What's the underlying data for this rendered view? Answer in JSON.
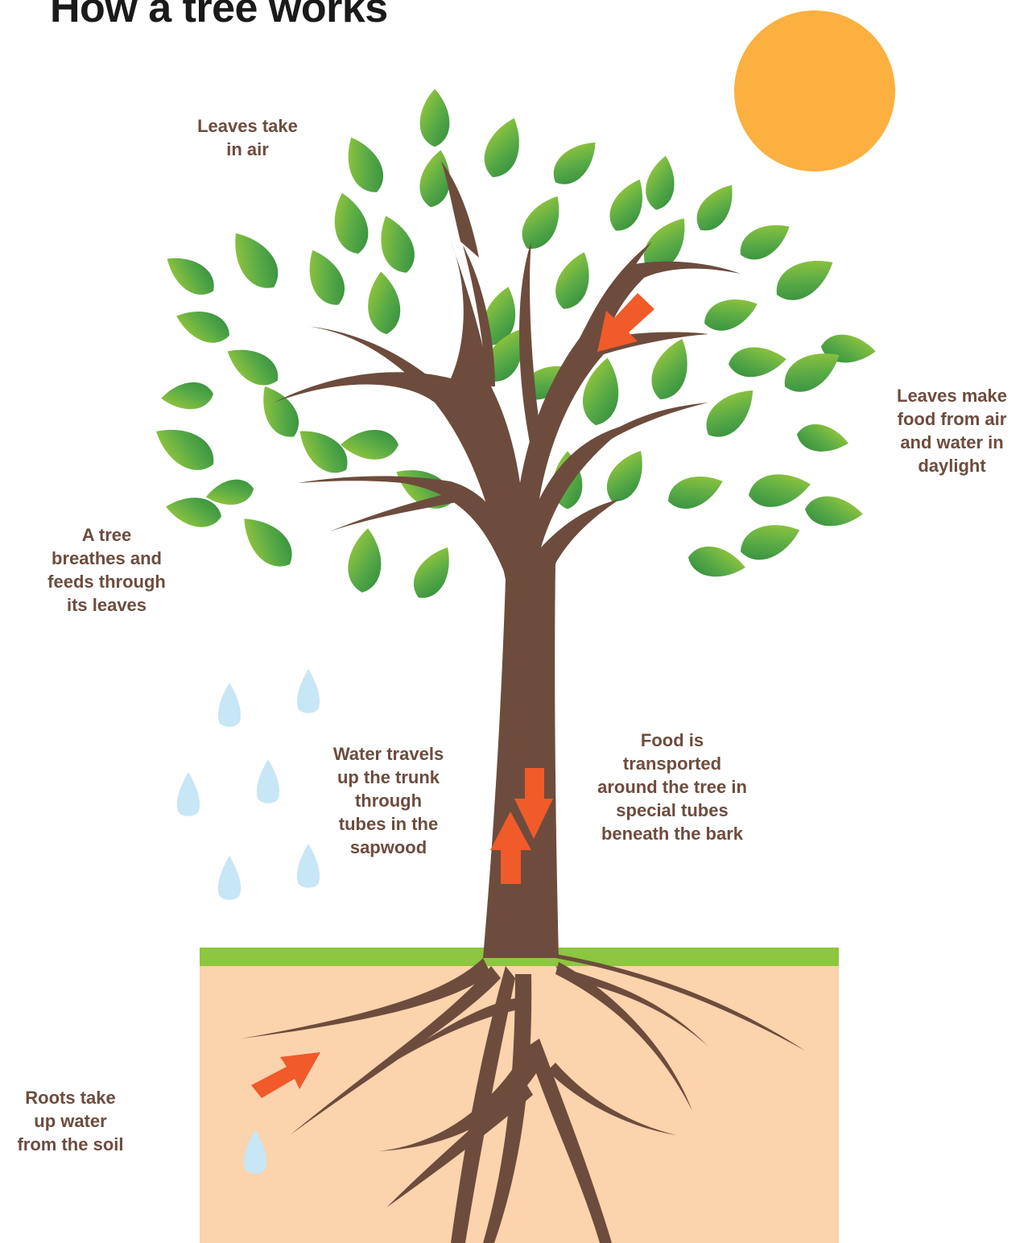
{
  "title": "How a tree works",
  "labels": {
    "leaves_take_air": [
      "Leaves take",
      "in air"
    ],
    "leaves_make_food": [
      "Leaves make",
      "food from air",
      "and water in",
      "daylight"
    ],
    "breathes": [
      "A tree",
      "breathes and",
      "feeds through",
      "its leaves"
    ],
    "water_travels": [
      "Water travels",
      "up the trunk",
      "through",
      "tubes in the",
      "sapwood"
    ],
    "food_transported": [
      "Food is",
      "transported",
      "around the tree in",
      "special tubes",
      "beneath the bark"
    ],
    "roots": [
      "Roots take",
      "up water",
      "from the soil"
    ]
  },
  "colors": {
    "trunk": "#6d4c3d",
    "soil": "#fbd3ad",
    "grass": "#8dc63f",
    "sun": "#fbb040",
    "arrow": "#f15a29",
    "water": "#c7e6f6",
    "leaf_light": "#a6ce39",
    "leaf_dark": "#2e8b3e",
    "text": "#6d4c3d"
  }
}
